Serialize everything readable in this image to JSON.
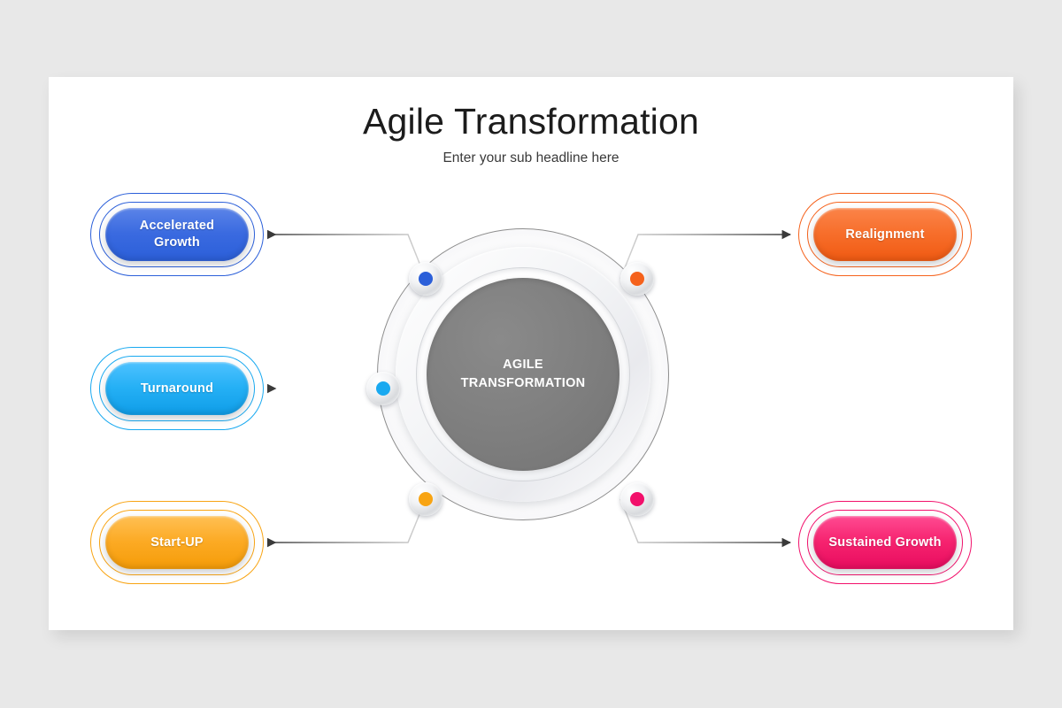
{
  "slide": {
    "title": "Agile Transformation",
    "subtitle": "Enter your sub headline here",
    "background_color": "#e8e8e8",
    "card_color": "#ffffff"
  },
  "hub": {
    "label_line1": "AGILE",
    "label_line2": "TRANSFORMATION",
    "core_color": "#7e7e7e",
    "ring_color": "#8d8d8d"
  },
  "nodes": [
    {
      "name": "accelerated-growth",
      "color": "#2b5fd9",
      "position": "top-left"
    },
    {
      "name": "realignment",
      "color": "#f5621c",
      "position": "top-right"
    },
    {
      "name": "turnaround",
      "color": "#19a9f0",
      "position": "middle-left"
    },
    {
      "name": "start-up",
      "color": "#f8a413",
      "position": "bottom-left"
    },
    {
      "name": "sustained-growth",
      "color": "#f2106b",
      "position": "bottom-right"
    }
  ],
  "items": [
    {
      "id": "accelerated-growth",
      "label": "Accelerated\nGrowth",
      "label_line1": "Accelerated",
      "label_line2": "Growth",
      "color": "#2b5fd9",
      "color_light": "#5b84e8",
      "side": "left"
    },
    {
      "id": "turnaround",
      "label": "Turnaround",
      "color": "#19a9f0",
      "color_light": "#4ec2ff",
      "side": "left"
    },
    {
      "id": "start-up",
      "label": "Start-UP",
      "color": "#f8a413",
      "color_light": "#ffbf4d",
      "side": "left"
    },
    {
      "id": "realignment",
      "label": "Realignment",
      "color": "#f5621c",
      "color_light": "#fb8449",
      "side": "right"
    },
    {
      "id": "sustained-growth",
      "label": "Sustained Growth",
      "color": "#f2106b",
      "color_light": "#ff4b92",
      "side": "right"
    }
  ],
  "connectors": {
    "line_color": "#4a4a4a",
    "line_color_faint": "#cfcfcf",
    "arrow_color": "#3a3a3a"
  }
}
